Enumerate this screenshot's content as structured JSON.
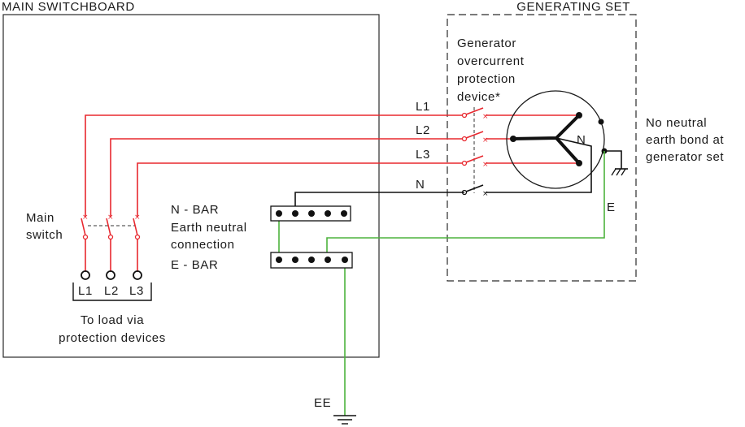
{
  "main_switchboard": {
    "title": "MAIN SWITCHBOARD",
    "main_switch_label": [
      "Main",
      "switch"
    ],
    "terminals": [
      "L1",
      "L2",
      "L3"
    ],
    "load_note": [
      "To load via",
      "protection devices"
    ]
  },
  "generating_set": {
    "title": "GENERATING SET",
    "protection_label": [
      "Generator",
      "overcurrent",
      "protection",
      "device*"
    ],
    "neutral_node": "N",
    "earth_node": "E",
    "note": [
      "No neutral",
      "earth bond at",
      "generator set"
    ]
  },
  "lines": {
    "l1": "L1",
    "l2": "L2",
    "l3": "L3",
    "n": "N"
  },
  "bars": {
    "n_bar": "N - BAR",
    "link_label": [
      "Earth neutral",
      "connection"
    ],
    "e_bar": "E - BAR"
  },
  "earth_electrode": "EE",
  "colors": {
    "phase": "#e8282f",
    "earth": "#4db33d",
    "neutral": "#111111"
  }
}
